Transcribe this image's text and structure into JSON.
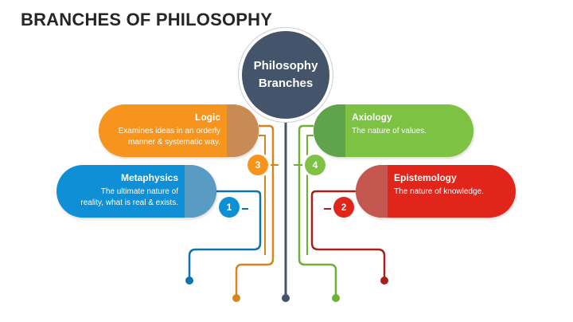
{
  "title": "BRANCHES OF PHILOSOPHY",
  "hub": {
    "line1": "Philosophy",
    "line2": "Branches",
    "color": "#44546a"
  },
  "branches": [
    {
      "heading": "Logic",
      "desc1": "Examines ideas in an orderly",
      "desc2": "manner & systematic way.",
      "number": "3",
      "color": "#f7941d",
      "cap_color": "#c98b54"
    },
    {
      "heading": "Metaphysics",
      "desc1": "The ultimate nature of",
      "desc2": "reality, what is real & exists.",
      "number": "1",
      "color": "#0f8fd6",
      "cap_color": "#5a9bc4"
    },
    {
      "heading": "Axiology",
      "desc1": "The nature of values.",
      "desc2": "",
      "number": "4",
      "color": "#7dc243",
      "cap_color": "#5fa34a"
    },
    {
      "heading": "Epistemology",
      "desc1": "The nature of knowledge.",
      "desc2": "",
      "number": "2",
      "color": "#e1251b",
      "cap_color": "#c45850"
    }
  ]
}
